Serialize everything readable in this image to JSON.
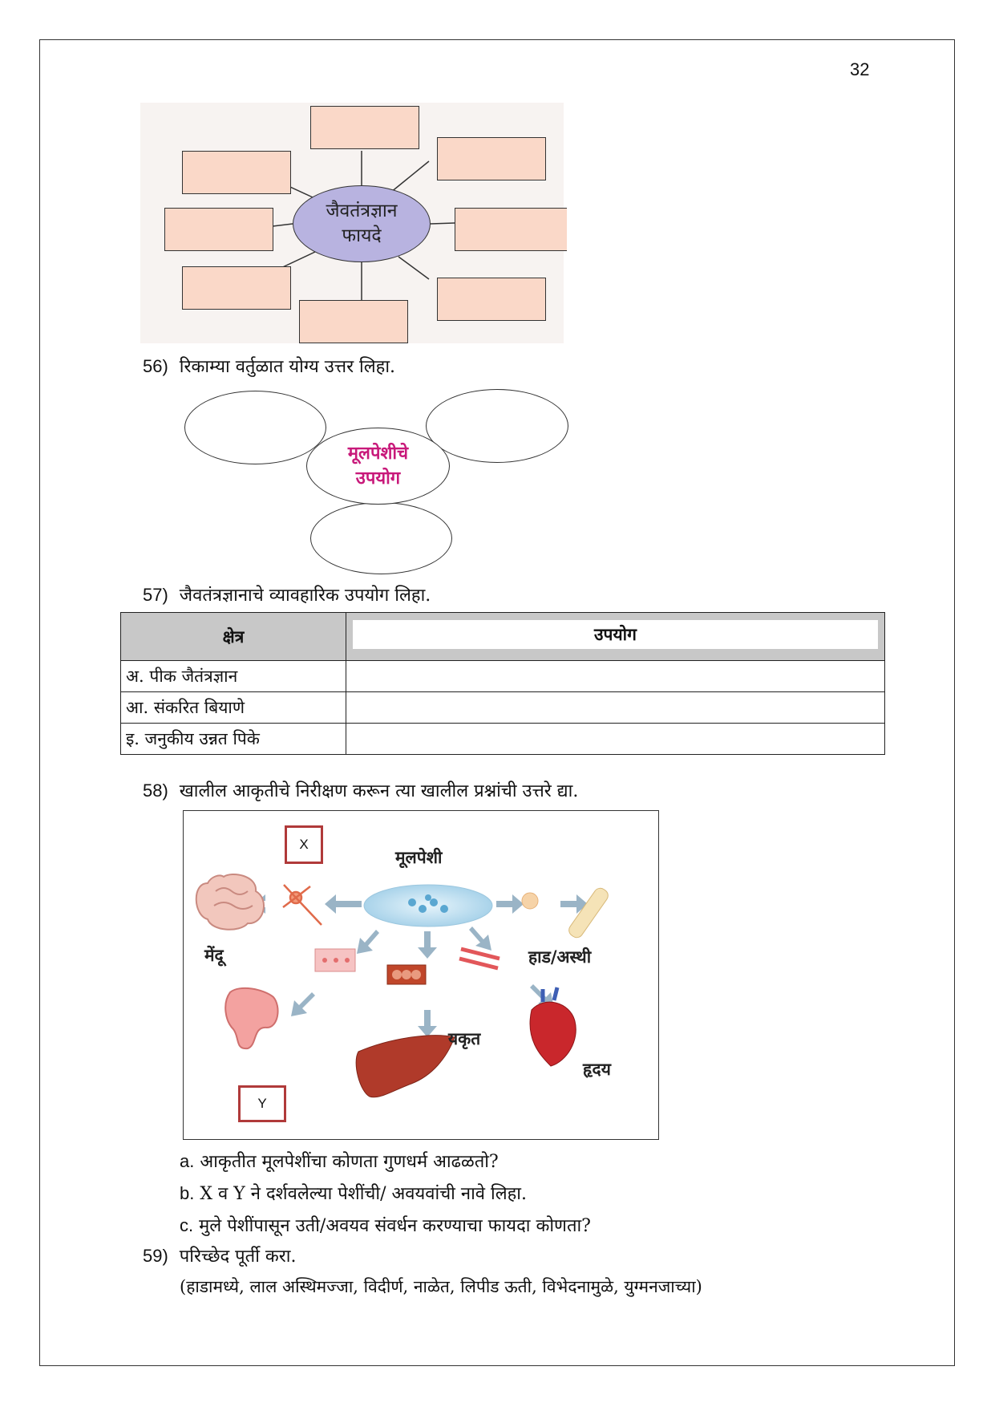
{
  "page_number": "32",
  "mindmap": {
    "center_line1": "जैवतंत्रज्ञान",
    "center_line2": "फायदे"
  },
  "q56": {
    "number": "56)",
    "text": "रिकाम्या वर्तुळात योग्य उत्तर लिहा."
  },
  "oval_diagram": {
    "center_line1": "मूलपेशीचे",
    "center_line2": "उपयोग"
  },
  "q57": {
    "number": "57)",
    "text": "जैवतंत्रज्ञानाचे व्यावहारिक उपयोग लिहा."
  },
  "table": {
    "headers": [
      "क्षेत्र",
      "उपयोग"
    ],
    "rows": [
      {
        "field": "अ. पीक जैतंत्रज्ञान",
        "use": ""
      },
      {
        "field": "आ. संकरित बियाणे",
        "use": ""
      },
      {
        "field": "इ. जनुकीय उन्नत पिके",
        "use": ""
      }
    ]
  },
  "q58": {
    "number": "58)",
    "text": "खालील आकृतीचे निरीक्षण करून त्या खालील प्रश्नांची उत्तरे द्या.",
    "figure_labels": {
      "stem_cell": "मूलपेशी",
      "brain": "मेंदू",
      "bone": "हाड/अस्थी",
      "liver": "यकृत",
      "heart": "हृदय",
      "x_box": "X",
      "y_box": "Y"
    },
    "subquestions": [
      {
        "letter": "a.",
        "text": "आकृतीत मूलपेशींचा कोणता गुणधर्म आढळतो?"
      },
      {
        "letter": "b.",
        "text": "X व Y ने दर्शवलेल्या पेशींची/ अवयवांची नावे लिहा."
      },
      {
        "letter": "c.",
        "text": "मुले पेशींपासून उती/अवयव संवर्धन करण्याचा फायदा कोणता?"
      }
    ]
  },
  "q59": {
    "number": "59)",
    "text": "परिच्छेद पूर्ती करा.",
    "word_bank": "(हाडामध्ये, लाल अस्थिमज्जा, विदीर्ण, नाळेत, लिपीड ऊती, विभेदनामुळे, युग्मनजाच्या)"
  }
}
